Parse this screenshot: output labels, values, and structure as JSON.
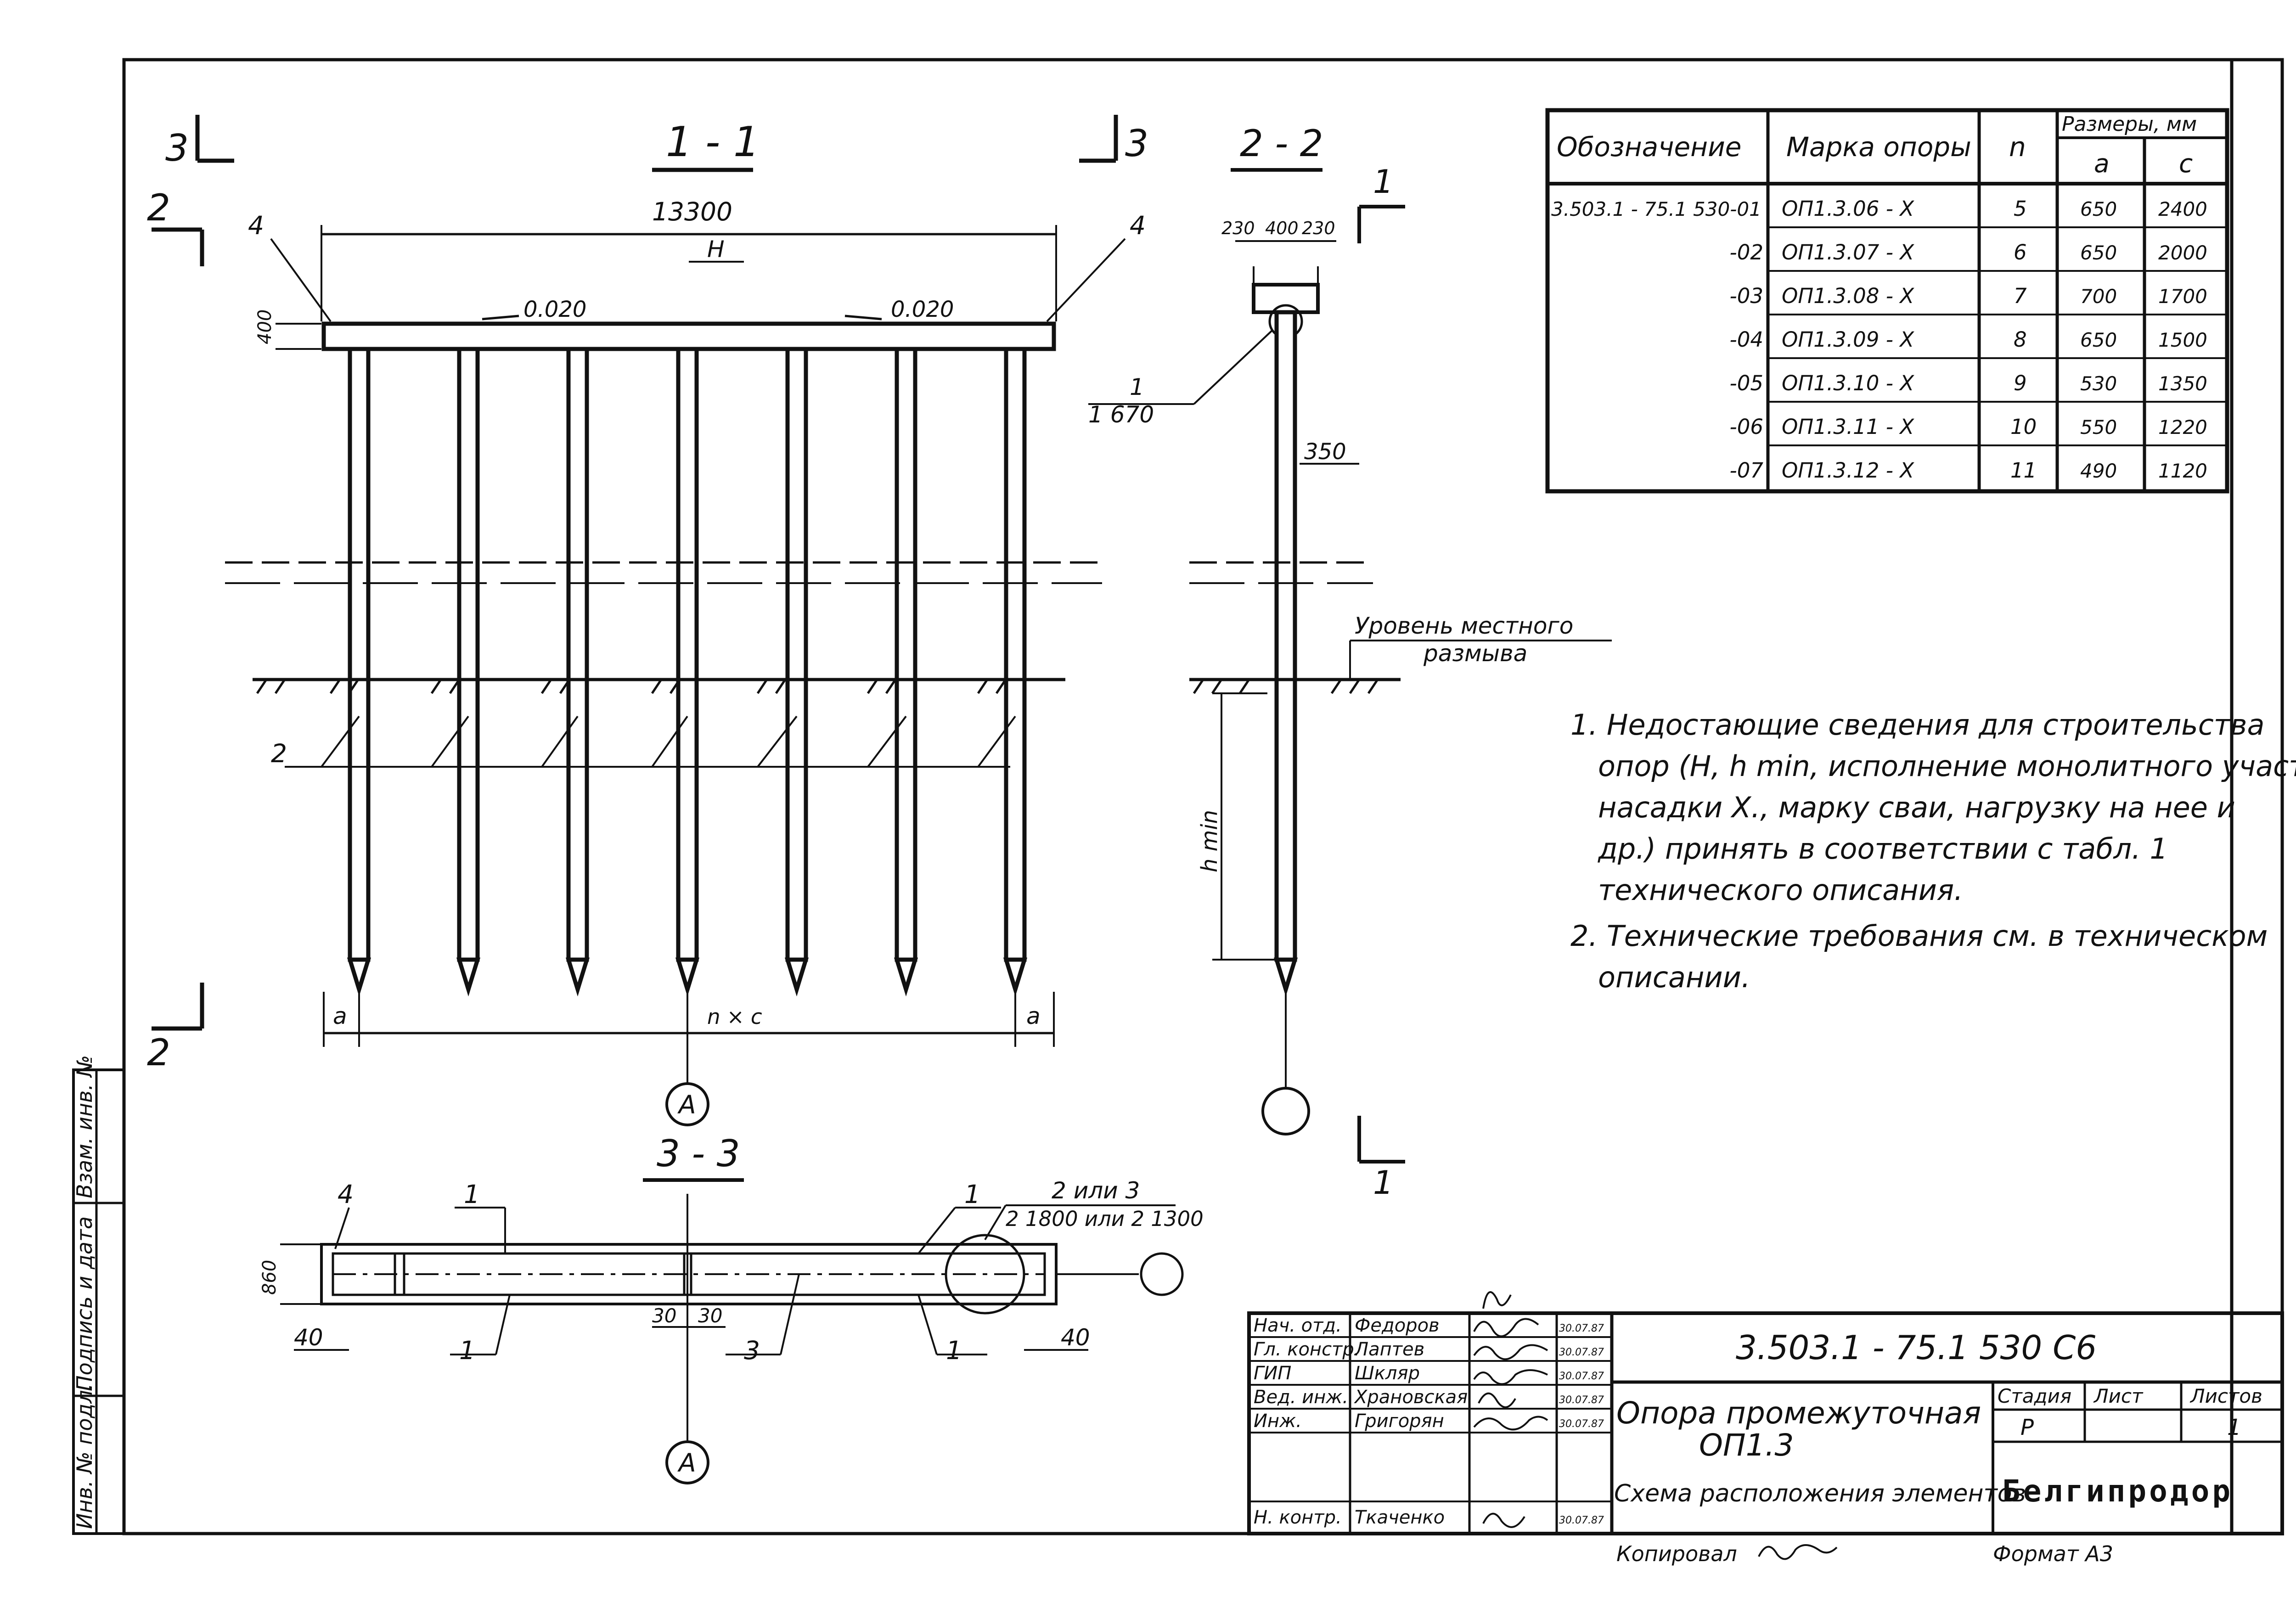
{
  "section_1_1": {
    "title": "1 - 1",
    "overall_dimension": "13300",
    "cap_height": "400",
    "slope_left": "0.020",
    "slope_right": "0.020",
    "label_H": "H",
    "spacing_label": "n × c",
    "edge_a_left": "a",
    "edge_a_right": "a",
    "callout_4": "4",
    "callout_2": "2",
    "callout_1": "1",
    "callout_1_size": "1 670",
    "axis_label": "A"
  },
  "section_marks": {
    "mark_3": "3",
    "mark_2": "2",
    "mark_1": "1"
  },
  "section_2_2": {
    "title": "2 - 2",
    "dim_230_left": "230",
    "dim_400": "400",
    "dim_230_right": "230",
    "dim_350": "350",
    "h_min": "h min",
    "erosion_level_line1": "Уровень местного",
    "erosion_level_line2": "размыва"
  },
  "section_3_3": {
    "title": "3 - 3",
    "dim_860": "860",
    "dim_40_left": "40",
    "dim_40_right": "40",
    "dim_30_left": "30",
    "dim_30_right": "30",
    "callout_4": "4",
    "callout_1a": "1",
    "callout_1b": "1",
    "callout_1c": "1",
    "callout_1d": "1",
    "callout_3": "3",
    "callout_2_or_3": "2 или 3",
    "callout_2_sizes": "2 1800 или 2 1300",
    "axis_label": "A"
  },
  "table": {
    "headers": {
      "designation": "Обозначение",
      "brand": "Марка опоры",
      "n": "n",
      "sizes": "Размеры, мм",
      "a": "a",
      "c": "c"
    },
    "rows": [
      {
        "designation": "3.503.1 - 75.1 530-01",
        "brand": "ОП1.3.06 - Х",
        "n": "5",
        "a": "650",
        "c": "2400"
      },
      {
        "designation": "-02",
        "brand": "ОП1.3.07 - Х",
        "n": "6",
        "a": "650",
        "c": "2000"
      },
      {
        "designation": "-03",
        "brand": "ОП1.3.08 - Х",
        "n": "7",
        "a": "700",
        "c": "1700"
      },
      {
        "designation": "-04",
        "brand": "ОП1.3.09 - Х",
        "n": "8",
        "a": "650",
        "c": "1500"
      },
      {
        "designation": "-05",
        "brand": "ОП1.3.10 - Х",
        "n": "9",
        "a": "530",
        "c": "1350"
      },
      {
        "designation": "-06",
        "brand": "ОП1.3.11 - Х",
        "n": "10",
        "a": "550",
        "c": "1220"
      },
      {
        "designation": "-07",
        "brand": "ОП1.3.12 - Х",
        "n": "11",
        "a": "490",
        "c": "1120"
      }
    ]
  },
  "notes": [
    "1. Недостающие сведения для строительства",
    "опор (H, h min, исполнение монолитного участка",
    "насадки Х., марку сваи, нагрузку на нее и",
    "др.) принять в соответствии с табл. 1",
    "технического описания.",
    "2. Технические требования см. в техническом",
    "описании."
  ],
  "title_block": {
    "document_code": "3.503.1 - 75.1 530 С6",
    "staff": [
      {
        "role": "Нач. отд.",
        "name": "Федоров",
        "date": "30.07.87"
      },
      {
        "role": "Гл. констр.",
        "name": "Лаптев",
        "date": "30.07.87"
      },
      {
        "role": "ГИП",
        "name": "Шкляр",
        "date": "30.07.87"
      },
      {
        "role": "Вед. инж.",
        "name": "Храновская",
        "date": "30.07.87"
      },
      {
        "role": "Инж.",
        "name": "Григорян",
        "date": "30.07.87"
      },
      {
        "role": "",
        "name": "",
        "date": ""
      },
      {
        "role": "Н. контр.",
        "name": "Ткаченко",
        "date": "30.07.87"
      }
    ],
    "object_name_line1": "Опора промежуточная",
    "object_name_line2": "ОП1.3",
    "sheet_title": "Схема расположения элементов",
    "stage_label": "Стадия",
    "sheet_label": "Лист",
    "sheets_label": "Листов",
    "stage_value": "Р",
    "sheets_value": "1",
    "organization": "Белгипродор",
    "copied_label": "Копировал",
    "format_label": "Формат А3"
  },
  "left_stamp": {
    "inv_no": "Инв. № подл.",
    "sign_date": "Подпись и дата",
    "replace_inv": "Взам. инв. №"
  }
}
